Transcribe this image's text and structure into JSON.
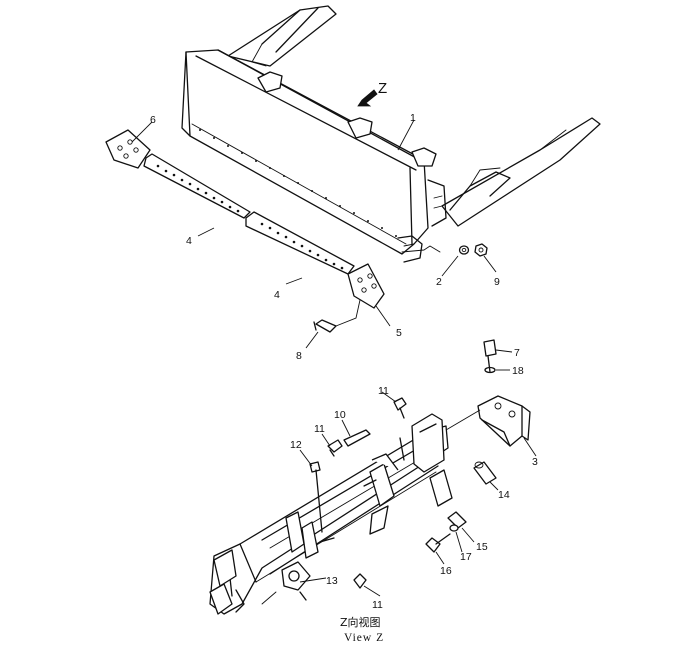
{
  "view_arrow": {
    "label": "Z"
  },
  "callouts": {
    "p1": "1",
    "p2": "2",
    "p3": "3",
    "p4a": "4",
    "p4b": "4",
    "p5": "5",
    "p6": "6",
    "p7": "7",
    "p8": "8",
    "p9": "9",
    "p10": "10",
    "p11a": "11",
    "p11b": "11",
    "p11c": "11",
    "p12": "12",
    "p13": "13",
    "p14": "14",
    "p15": "15",
    "p16": "16",
    "p17": "17",
    "p18": "18"
  },
  "caption": {
    "chinese": "Z向视图",
    "english": "View Z"
  }
}
